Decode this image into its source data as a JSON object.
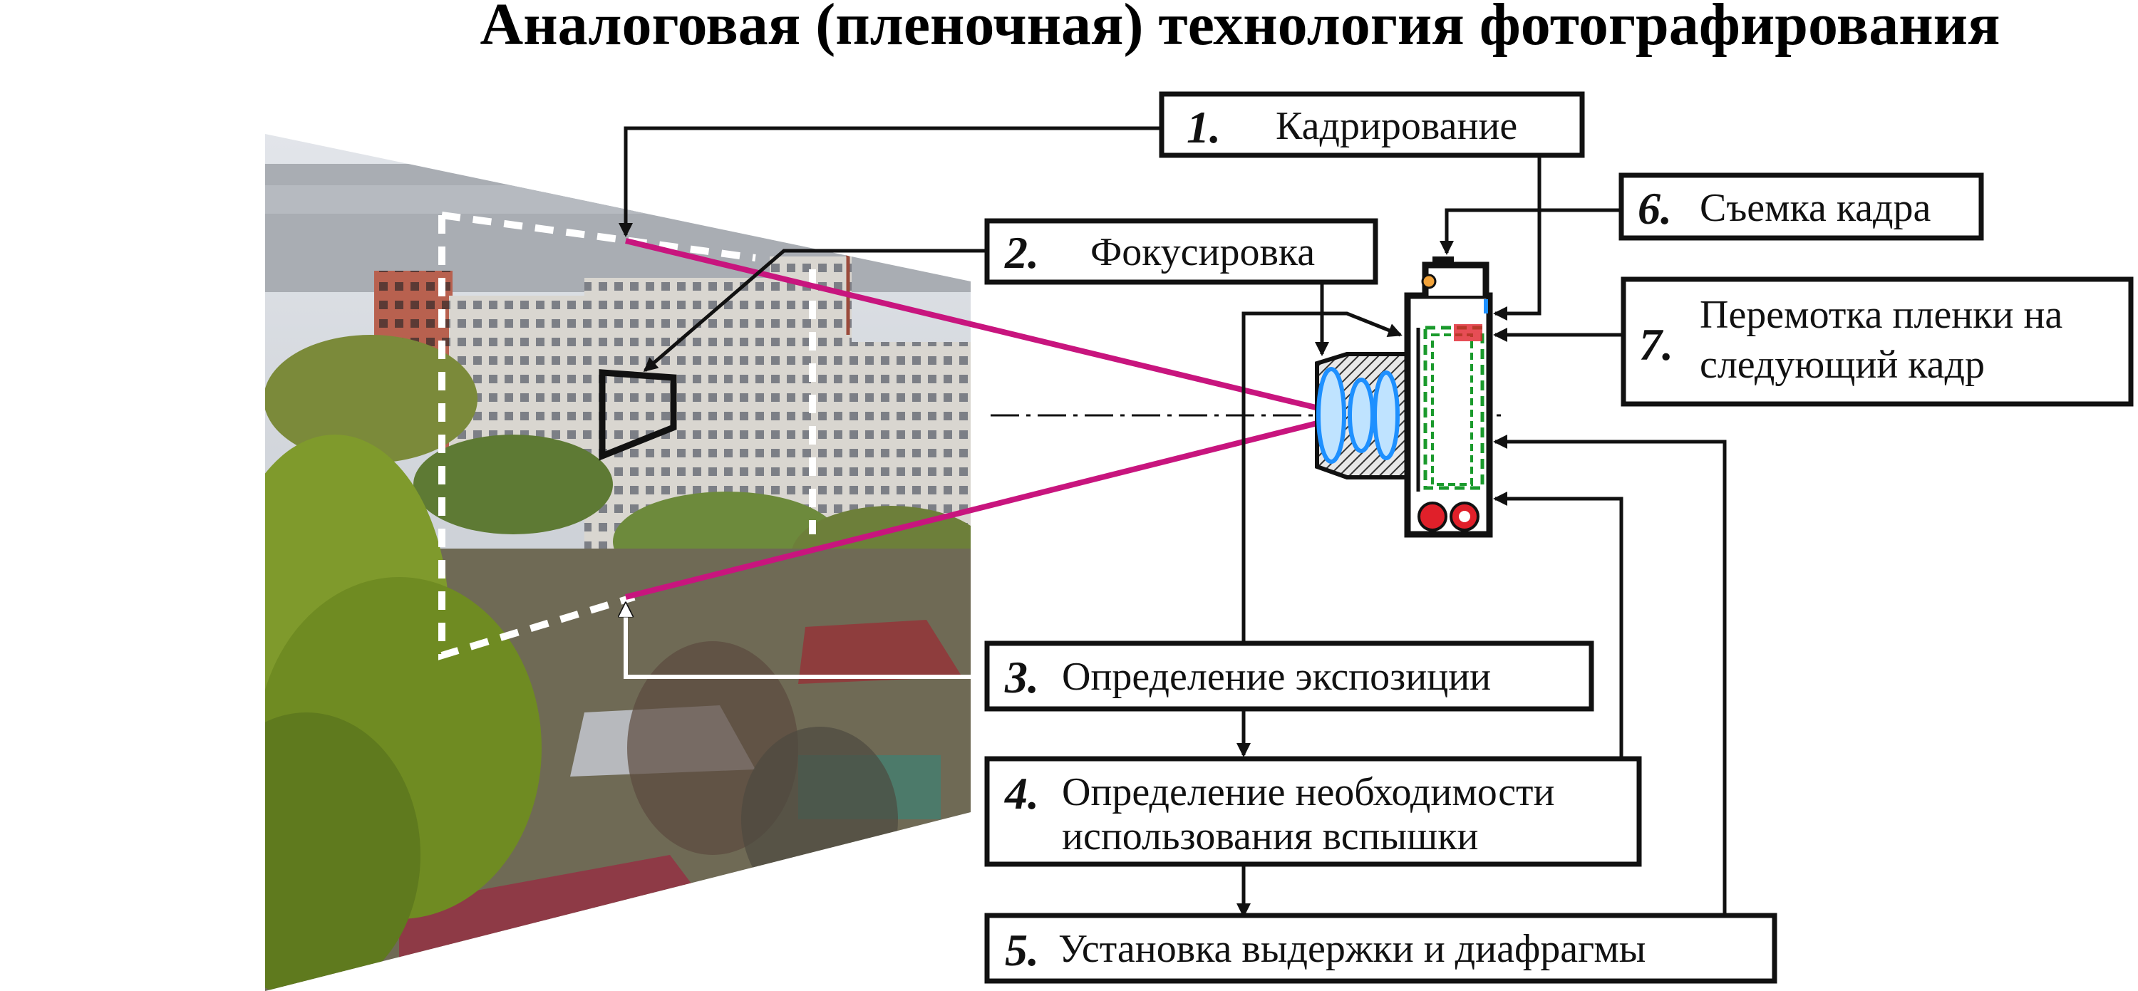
{
  "title": "Аналоговая (пленочная) технология фотографирования",
  "steps": [
    {
      "num": "1.",
      "label": "Кадрирование"
    },
    {
      "num": "2.",
      "label": "Фокусировка"
    },
    {
      "num": "3.",
      "label": "Определение экспозиции"
    },
    {
      "num": "4.",
      "label_line1": "Определение необходимости",
      "label_line2": "использования вспышки"
    },
    {
      "num": "5.",
      "label": "Установка выдержки и диафрагмы"
    },
    {
      "num": "6.",
      "label": "Съемка кадра"
    },
    {
      "num": "7.",
      "label_line1": "Перемотка пленки на",
      "label_line2": "следующий кадр"
    }
  ],
  "colors": {
    "ray": "#c8157e",
    "frame": "#ffffff",
    "lens_blue": "#1e90ff",
    "film_green": "#1a9a2c",
    "marker_red": "#e0202a",
    "box_stroke": "#111111"
  },
  "photo": {
    "subject": "city-residential-district-photo"
  }
}
